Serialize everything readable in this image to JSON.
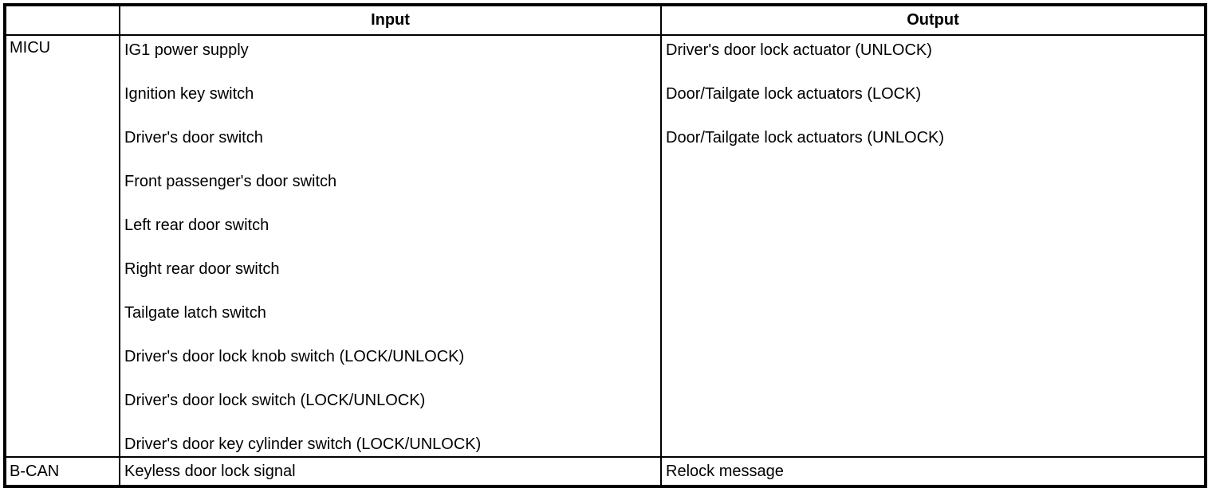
{
  "table": {
    "colors": {
      "border": "#000000",
      "background": "#ffffff",
      "text": "#000000"
    },
    "headers": {
      "source": "",
      "input": "Input",
      "output": "Output"
    },
    "rows": [
      {
        "source": "MICU",
        "inputs": [
          "IG1 power supply",
          "Ignition key switch",
          "Driver's door switch",
          "Front passenger's door switch",
          "Left rear door switch",
          "Right rear door switch",
          "Tailgate latch switch",
          "Driver's door lock knob switch (LOCK/UNLOCK)",
          "Driver's door lock switch (LOCK/UNLOCK)",
          "Driver's door key cylinder switch (LOCK/UNLOCK)"
        ],
        "outputs": [
          "Driver's door lock actuator (UNLOCK)",
          "Door/Tailgate lock actuators (LOCK)",
          "Door/Tailgate lock actuators (UNLOCK)"
        ]
      },
      {
        "source": "B-CAN",
        "inputs": [
          "Keyless door lock signal"
        ],
        "outputs": [
          "Relock message"
        ]
      }
    ]
  }
}
